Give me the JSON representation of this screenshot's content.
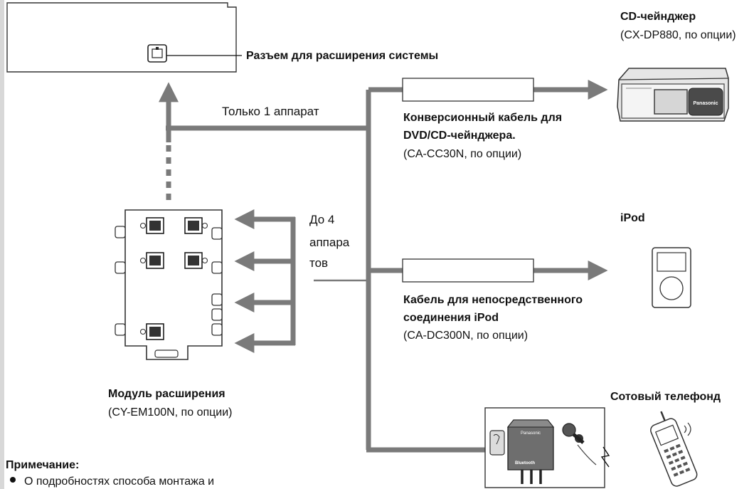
{
  "labels": {
    "connector": "Разъем для расширения системы",
    "only_one": "Только 1 аппарат",
    "up_to_4_line1": "До 4",
    "up_to_4_line2": "аппара",
    "up_to_4_line3": "тов",
    "cd_changer_title": "CD-чейнджер",
    "cd_changer_model": "(CX-DP880, по опции)",
    "conv_cable_line1": "Конверсионный кабель для",
    "conv_cable_line2": "DVD/CD-чейнджера.",
    "conv_cable_model": "(CA-CC30N, по опции)",
    "ipod_title": "iPod",
    "ipod_cable_line1": "Кабель для непосредственного",
    "ipod_cable_line2": "соединения iPod",
    "ipod_cable_model": "(CA-DC300N, по опции)",
    "phone_title": "Сотовый телефонд",
    "module_title": "Модуль расширения",
    "module_model": "(CY-EM100N, по опции)",
    "note_title": "Примечание:",
    "note_text": "О подробностях способа монтажа и",
    "changer_brand": "Panasonic",
    "bt_brand_top": "Panasonic",
    "bt_brand_bottom": "Bluetooth"
  },
  "colors": {
    "line": "#7a7a7a",
    "text": "#111111",
    "device_fill": "#ececec",
    "device_dark": "#5a5a5a"
  }
}
